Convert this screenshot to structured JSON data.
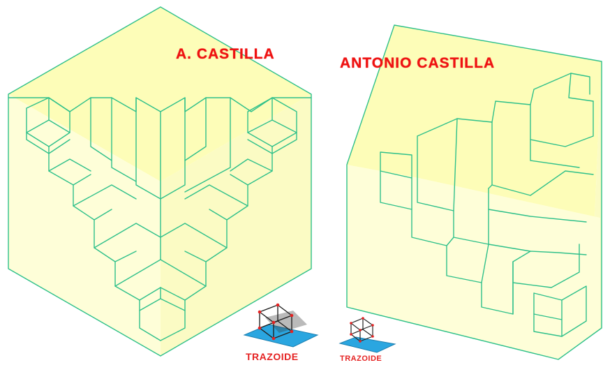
{
  "labels": {
    "left_author": "A. CASTILLA",
    "right_author": "ANTONIO CASTILLA"
  },
  "logos": [
    {
      "text": "TRAZOIDE"
    },
    {
      "text": "TRAZOIDE"
    }
  ],
  "colors": {
    "edge": "#2ec08a",
    "face_light": "#fefed8",
    "face_top": "#fdfdb8",
    "label": "#ee1111",
    "logo_base": "#2aa6e0"
  }
}
